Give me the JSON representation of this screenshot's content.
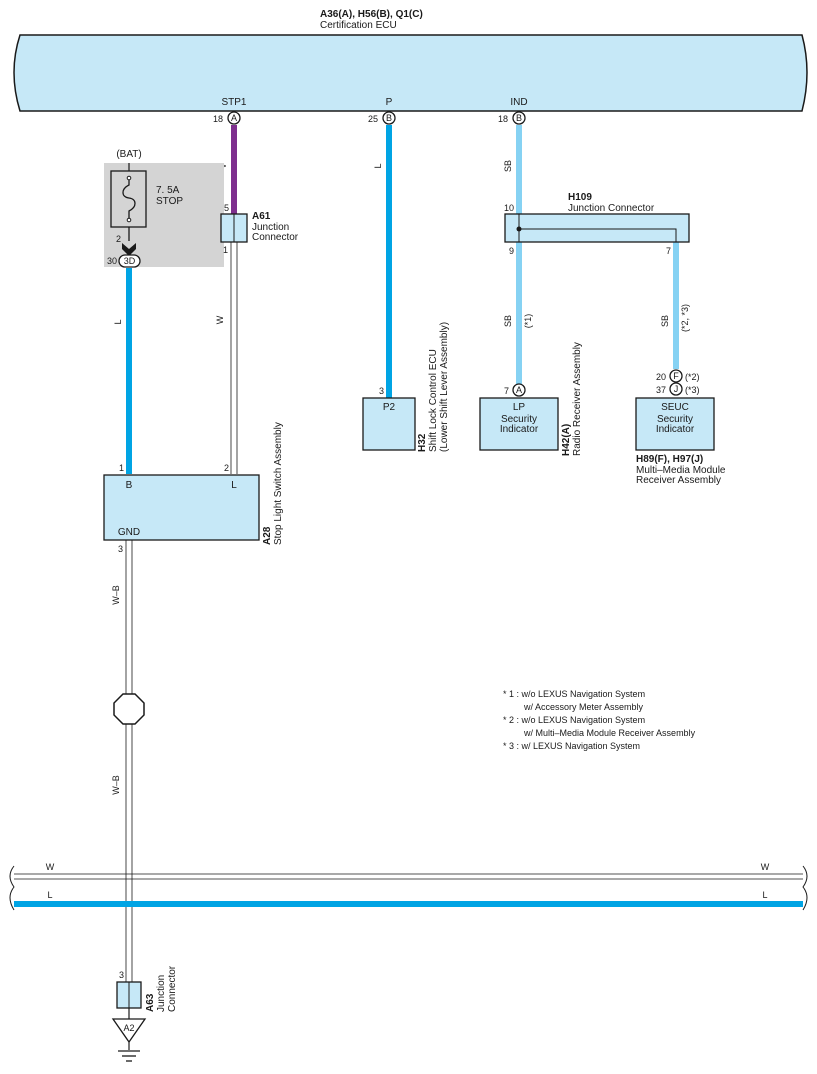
{
  "ecu": {
    "code": "A36(A), H56(B), Q1(C)",
    "name": "Certification ECU",
    "pins": [
      {
        "name": "STP1",
        "num": "18",
        "conn": "A"
      },
      {
        "name": "P",
        "num": "25",
        "conn": "B"
      },
      {
        "name": "IND",
        "num": "18",
        "conn": "B"
      }
    ]
  },
  "fuse": {
    "source": "(BAT)",
    "rating": "7. 5A",
    "name": "STOP",
    "pin_top": "2",
    "pin_bottom": "30",
    "conn": "3D"
  },
  "a61": {
    "code": "A61",
    "name_line1": "Junction",
    "name_line2": "Connector",
    "pin_in": "5",
    "pin_out": "1"
  },
  "h109": {
    "code": "H109",
    "name": "Junction Connector",
    "pin_in": "10",
    "pin_out_left": "9",
    "pin_out_right": "7"
  },
  "h32": {
    "pin": "3",
    "label": "P2",
    "code": "H32",
    "name_line1": "Shift Lock Control ECU",
    "name_line2": "(Lower Shift Lever Assembly)"
  },
  "h42": {
    "pin": "7",
    "conn": "A",
    "label": "LP",
    "sub_line1": "Security",
    "sub_line2": "Indicator",
    "code": "H42(A)",
    "name": "Radio Receiver Assembly"
  },
  "h89": {
    "pin1": "20",
    "conn1": "F",
    "note1": "(*2)",
    "pin2": "37",
    "conn2": "J",
    "note2": "(*3)",
    "label": "SEUC",
    "sub_line1": "Security",
    "sub_line2": "Indicator",
    "code": "H89(F), H97(J)",
    "name_line1": "Multi–Media Module",
    "name_line2": "Receiver Assembly"
  },
  "a28": {
    "pin_b": "1",
    "pin_l": "2",
    "pin_gnd": "3",
    "label_b": "B",
    "label_l": "L",
    "label_gnd": "GND",
    "code": "A28",
    "name": "Stop Light Switch Assembly"
  },
  "a63": {
    "pin": "3",
    "code": "A63",
    "name_line1": "Junction",
    "name_line2": "Connector",
    "ground": "A2"
  },
  "wires": {
    "v": "V",
    "l": "L",
    "sb": "SB",
    "w": "W",
    "wb": "W–B",
    "sb_h42_note": "(*1)",
    "sb_h89_note": "(*2, *3)"
  },
  "bus": {
    "w_left": "W",
    "w_right": "W",
    "l_left": "L",
    "l_right": "L"
  },
  "notes": [
    "* 1 : w/o LEXUS Navigation System",
    "w/ Accessory Meter Assembly",
    "* 2 : w/o LEXUS Navigation System",
    "w/ Multi–Media Module Receiver Assembly",
    "* 3 : w/ LEXUS Navigation System"
  ],
  "colors": {
    "component_fill": "#c6e8f7",
    "wire_l": "#00a4e4",
    "wire_sb": "#86d2f3",
    "wire_v": "#7e2f8e",
    "fuse_box": "#d4d4d4"
  }
}
